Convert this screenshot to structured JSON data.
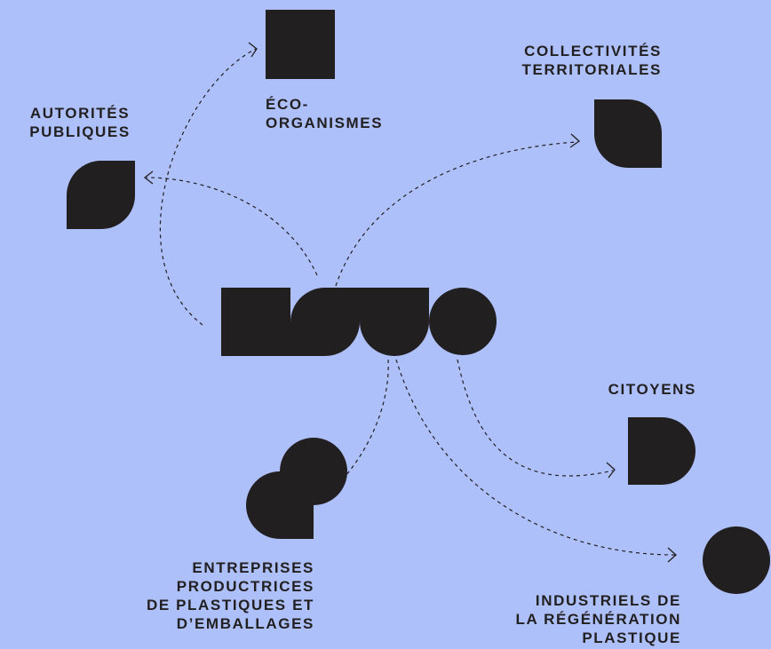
{
  "colors": {
    "background": "#aec0fa",
    "shape": "#221f20",
    "connector": "#221f20"
  },
  "nodes": {
    "eco_organismes": {
      "label": "ÉCO-\nORGANISMES",
      "shape": "square"
    },
    "autorites_publiques": {
      "label": "AUTORITÉS\nPUBLIQUES",
      "shape": "leaf-top-left"
    },
    "collectivites_territoriales": {
      "label": "COLLECTIVITÉS\nTERRITORIALES",
      "shape": "leaf-top-left"
    },
    "citoyens": {
      "label": "CITOYENS",
      "shape": "leaf-right-rounded"
    },
    "entreprises": {
      "label": "ENTREPRISES\nPRODUCTRICES\nDE PLASTIQUES ET\nD’EMBALLAGES",
      "shape": "drop"
    },
    "industriels": {
      "label": "INDUSTRIELS DE\nLA RÉGÉNÉRATION\nPLASTIQUE",
      "shape": "circle"
    }
  },
  "center_logo": {
    "shapes": [
      "square",
      "leaf-bottom",
      "bowl",
      "circle"
    ]
  },
  "connections": [
    {
      "from": "center_logo",
      "to": "eco_organismes",
      "style": "dashed-arrow"
    },
    {
      "from": "center_logo",
      "to": "autorites_publiques",
      "style": "dashed-arrow"
    },
    {
      "from": "center_logo",
      "to": "collectivites_territoriales",
      "style": "dashed-arrow"
    },
    {
      "from": "center_logo",
      "to": "entreprises",
      "style": "dashed-arrow"
    },
    {
      "from": "center_logo",
      "to": "citoyens",
      "style": "dashed-arrow"
    },
    {
      "from": "center_logo",
      "to": "industriels",
      "style": "dashed-arrow"
    }
  ]
}
